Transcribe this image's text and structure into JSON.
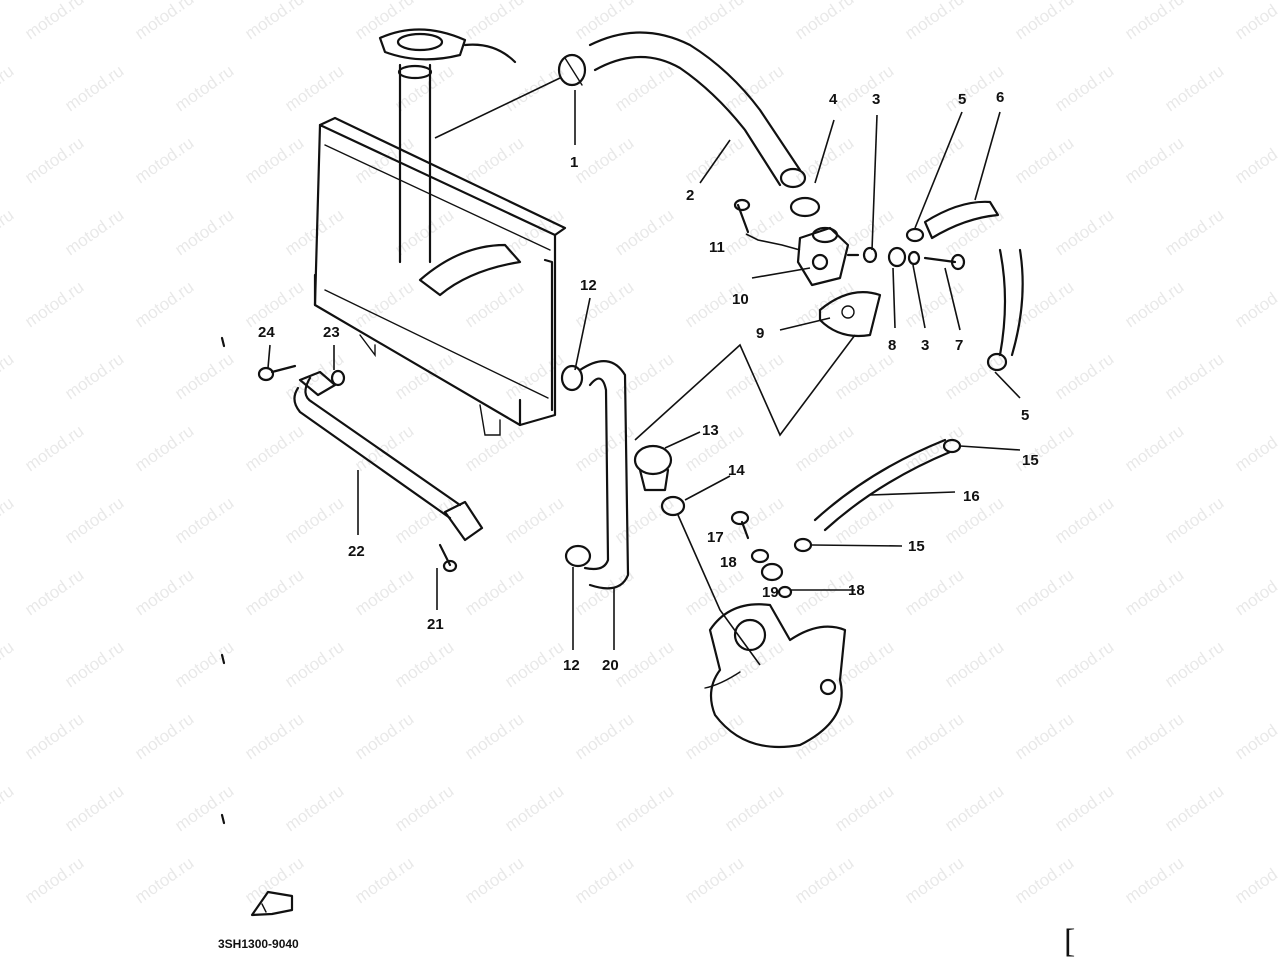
{
  "diagram": {
    "drawing_code": "3SH1300-9040",
    "watermark": "motod.ru",
    "bracket_symbol": "[",
    "callouts": [
      {
        "id": "c1",
        "label": "1"
      },
      {
        "id": "c2",
        "label": "2"
      },
      {
        "id": "c3a",
        "label": "3"
      },
      {
        "id": "c3b",
        "label": "3"
      },
      {
        "id": "c4",
        "label": "4"
      },
      {
        "id": "c5a",
        "label": "5"
      },
      {
        "id": "c5b",
        "label": "5"
      },
      {
        "id": "c6",
        "label": "6"
      },
      {
        "id": "c7",
        "label": "7"
      },
      {
        "id": "c8",
        "label": "8"
      },
      {
        "id": "c9",
        "label": "9"
      },
      {
        "id": "c10",
        "label": "10"
      },
      {
        "id": "c11",
        "label": "11"
      },
      {
        "id": "c12a",
        "label": "12"
      },
      {
        "id": "c12b",
        "label": "12"
      },
      {
        "id": "c13",
        "label": "13"
      },
      {
        "id": "c14",
        "label": "14"
      },
      {
        "id": "c15a",
        "label": "15"
      },
      {
        "id": "c15b",
        "label": "15"
      },
      {
        "id": "c16",
        "label": "16"
      },
      {
        "id": "c17",
        "label": "17"
      },
      {
        "id": "c18a",
        "label": "18"
      },
      {
        "id": "c18b",
        "label": "18"
      },
      {
        "id": "c19",
        "label": "19"
      },
      {
        "id": "c20",
        "label": "20"
      },
      {
        "id": "c21",
        "label": "21"
      },
      {
        "id": "c22",
        "label": "22"
      },
      {
        "id": "c23",
        "label": "23"
      },
      {
        "id": "c24",
        "label": "24"
      }
    ]
  }
}
